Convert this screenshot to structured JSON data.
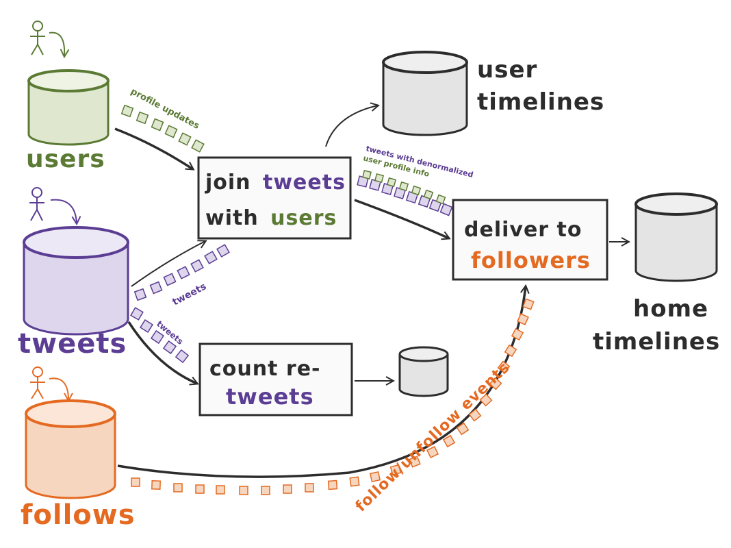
{
  "colors": {
    "users": "#5b7a34",
    "tweets": "#5b3d93",
    "follows": "#e46a22",
    "dark": "#2c2c2c",
    "gray_fill": "#e4e4e4",
    "green_fill": "#dfe8cf",
    "purple_fill": "#ddd6ec",
    "orange_fill": "#f6d6bf"
  },
  "sources": {
    "users": "users",
    "tweets": "tweets",
    "follows": "follows"
  },
  "processes": {
    "join": {
      "line1_a": "join",
      "line1_b": "tweets",
      "line2_a": "with",
      "line2_b": "users"
    },
    "count": {
      "line1": "count re-",
      "line2": "tweets"
    },
    "deliver": {
      "line1": "deliver to",
      "line2": "followers"
    }
  },
  "outputs": {
    "user_timelines": {
      "line1": "user",
      "line2": "timelines"
    },
    "home_timelines": {
      "line1": "home",
      "line2": "timelines"
    }
  },
  "streams": {
    "profile_updates": "profile updates",
    "tweets_to_join": "tweets",
    "tweets_to_count": "tweets",
    "denormalized_line1": "tweets with denormalized",
    "denormalized_line2": "user profile info",
    "follow_events": "follow/unfollow events"
  }
}
